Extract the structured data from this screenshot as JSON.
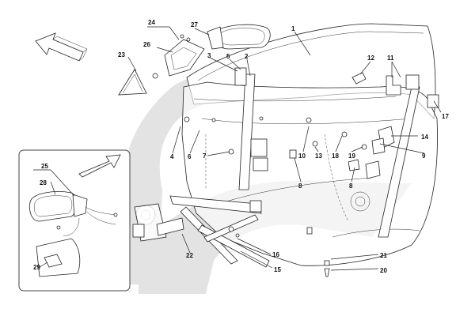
{
  "colors": {
    "background": "#ffffff",
    "watermark": "#e3e3e3",
    "line": "#222222"
  },
  "icons": {
    "assembly_direction_arrow": "arrow-icon",
    "inset_direction_arrow": "arrow-icon"
  },
  "labels": {
    "l1": "1",
    "l2": "2",
    "l3": "3",
    "l4": "4",
    "l5": "5",
    "l6": "6",
    "l7": "7",
    "l8a": "8",
    "l8b": "8",
    "l9": "9",
    "l10": "10",
    "l11": "11",
    "l12": "12",
    "l13": "13",
    "l14": "14",
    "l15": "15",
    "l16": "16",
    "l17": "17",
    "l18": "18",
    "l19": "19",
    "l20": "20",
    "l21": "21",
    "l22": "22",
    "l23": "23",
    "l24": "24",
    "l25": "25",
    "l26": "26",
    "l27": "27",
    "l28": "28",
    "l29": "29"
  }
}
